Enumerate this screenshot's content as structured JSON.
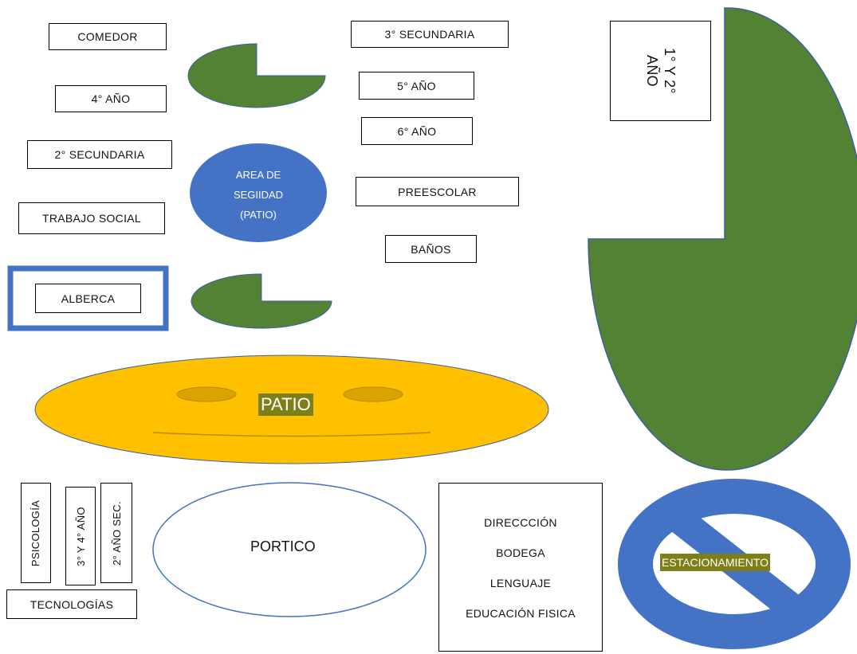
{
  "colors": {
    "green": "#548235",
    "blue": "#4472C4",
    "gold": "#FFC000",
    "gold_dark": "#D9A400",
    "olive_label_bg": "#7F7F19",
    "label_text_on_olive": "#FFFFFF"
  },
  "rooms": {
    "comedor": "COMEDOR",
    "cuarto_ano": "4° AÑO",
    "segunda_secundaria": "2° SECUNDARIA",
    "trabajo_social": "TRABAJO SOCIAL",
    "alberca": "ALBERCA",
    "tercera_secundaria": "3° SECUNDARIA",
    "quinto_ano": "5° AÑO",
    "sexto_ano": "6° AÑO",
    "preescolar": "PREESCOLAR",
    "banos": "BAÑOS",
    "primero_segundo_ano_line1": "1° Y 2°",
    "primero_segundo_ano_line2": "AÑO",
    "psicologia": "PSICOLOGÍA",
    "tercero_cuarto_ano": "3° Y 4° AÑO",
    "segundo_ano_sec": "2° AÑO SEC.",
    "tecnologias": "TECNOLOGÍAS"
  },
  "areas": {
    "seguridad_line1": "AREA DE",
    "seguridad_line2": "SEGIIDAD",
    "seguridad_line3": "(PATIO)",
    "patio": "PATIO",
    "portico": "PORTICO",
    "estacionamiento": "ESTACIONAMIENTO"
  },
  "office_block": {
    "items": [
      "DIRECCCIÓN",
      "BODEGA",
      "LENGUAJE",
      "EDUCACIÓN FISICA"
    ]
  }
}
